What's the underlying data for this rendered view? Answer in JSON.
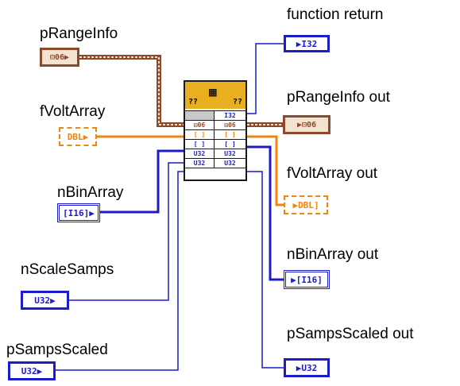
{
  "inputs": {
    "pRangeInfo": {
      "label": "pRangeInfo",
      "type": "⊟06"
    },
    "fVoltArray": {
      "label": "fVoltArray",
      "type": "DBL"
    },
    "nBinArray": {
      "label": "nBinArray",
      "type": "I16"
    },
    "nScaleSamps": {
      "label": "nScaleSamps",
      "type": "U32"
    },
    "pSampsScaled": {
      "label": "pSampsScaled",
      "type": "U32"
    }
  },
  "outputs": {
    "functionReturn": {
      "label": "function return",
      "type": "I32"
    },
    "pRangeInfoOut": {
      "label": "pRangeInfo out",
      "type": "⊟06"
    },
    "fVoltArrayOut": {
      "label": "fVoltArray out",
      "type": "DBL"
    },
    "nBinArrayOut": {
      "label": "nBinArray out",
      "type": "I16"
    },
    "pSampsScaledOut": {
      "label": "pSampsScaled out",
      "type": "U32"
    }
  },
  "node": {
    "head_left": "??",
    "head_right": "??",
    "rows": [
      {
        "left": "",
        "right": "I32"
      },
      {
        "left": "⊟06",
        "right": "⊟06"
      },
      {
        "left": "[ ]",
        "right": "[ ]"
      },
      {
        "left": "[ ]",
        "right": "[ ]"
      },
      {
        "left": "U32",
        "right": "U32"
      },
      {
        "left": "U32",
        "right": "U32"
      }
    ]
  },
  "colors": {
    "cluster": "#8b4a2b",
    "dbl": "#f0850f",
    "int": "#1c1cc8",
    "node_head": "#e8b020"
  }
}
